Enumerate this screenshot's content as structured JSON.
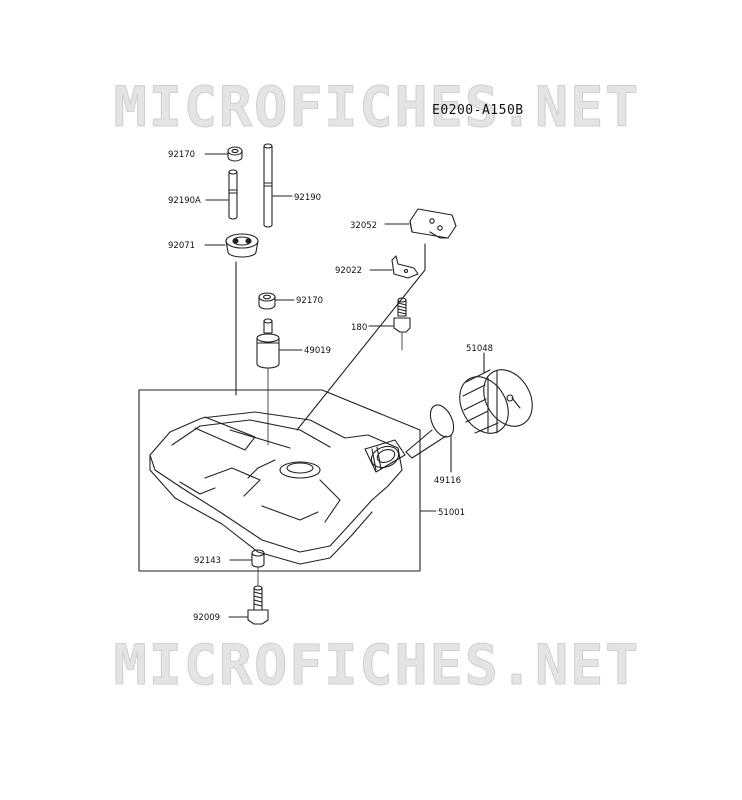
{
  "watermark": {
    "top": "MICROFICHES.NET",
    "bottom": "MICROFICHES.NET"
  },
  "diagram_code": "E0200-A150B",
  "parts": {
    "p92170_top": "92170",
    "p92190A": "92190A",
    "p92190": "92190",
    "p92071": "92071",
    "p32052": "32052",
    "p92022": "92022",
    "p92170_mid": "92170",
    "p180": "180",
    "p49019": "49019",
    "p51048": "51048",
    "p49116": "49116",
    "p51001": "51001",
    "p92143": "92143",
    "p92009": "92009"
  }
}
